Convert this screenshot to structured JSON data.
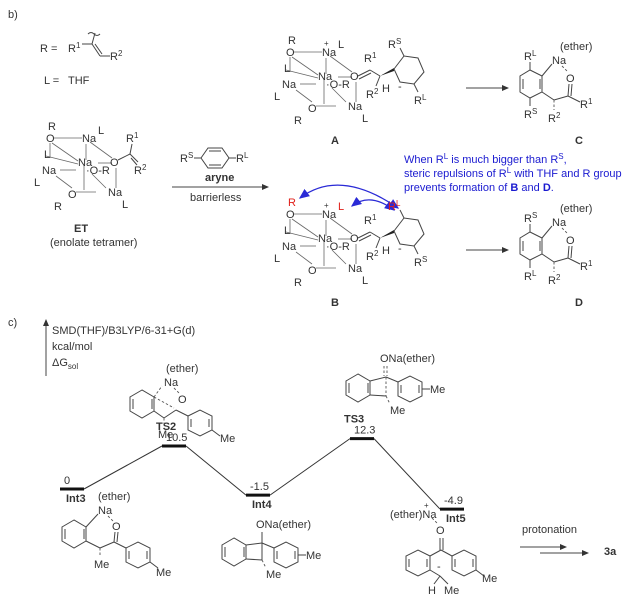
{
  "panel_b": {
    "label": "b)",
    "r_def": {
      "lhs": "R =",
      "r1": "R",
      "r1_sup": "1",
      "r2": "R",
      "r2_sup": "2"
    },
    "l_def": {
      "lhs": "L =",
      "value": "THF"
    },
    "et": {
      "name": "ET",
      "caption": "(enolate tetramer)",
      "atoms": {
        "na": "Na",
        "o": "O",
        "r": "R",
        "l": "L",
        "r1": "R",
        "r1_sup": "1",
        "r2": "R",
        "r2_sup": "2"
      }
    },
    "aryne_reagent": {
      "rs": "R",
      "rs_sup": "S",
      "rl": "R",
      "rl_sup": "L",
      "label": "aryne",
      "condition": "barrierless"
    },
    "complex_a": {
      "name": "A",
      "plus": "+",
      "minus": "-",
      "h": "H",
      "rs": "R",
      "rs_sup": "S",
      "rl": "R",
      "rl_sup": "L"
    },
    "complex_b": {
      "name": "B",
      "plus": "+",
      "minus": "-",
      "h": "H",
      "rs": "R",
      "rs_sup": "S",
      "rl": "R",
      "rl_sup": "L"
    },
    "product_c": {
      "name": "C",
      "ether": "(ether)",
      "na": "Na",
      "o": "O",
      "top_sub": "R",
      "top_sup": "L",
      "bottom_sub": "R",
      "bottom_sup": "S"
    },
    "product_d": {
      "name": "D",
      "ether": "(ether)",
      "na": "Na",
      "o": "O",
      "top_sub": "R",
      "top_sup": "S",
      "bottom_sub": "R",
      "bottom_sup": "L"
    },
    "note": {
      "line1_a": "When R",
      "line1_sup1": "L",
      "line1_b": " is much bigger than R",
      "line1_sup2": "S",
      "line1_c": ",",
      "line2_a": "steric repulsions of R",
      "line2_sup": "L",
      "line2_b": " with THF and R group",
      "line3_a": "prevents formation of ",
      "line3_b": "B",
      "line3_c": " and ",
      "line3_d": "D",
      "line3_e": ".",
      "color": "#1a1ad0"
    }
  },
  "panel_c": {
    "label": "c)",
    "axis": {
      "method": "SMD(THF)/B3LYP/6-31+G(d)",
      "unit": "kcal/mol",
      "quantity": "ΔG",
      "quantity_sub": "sol"
    },
    "ts2": {
      "name": "TS2",
      "ether": "(ether)",
      "na": "Na",
      "o": "O",
      "me1": "Me",
      "me2": "Me"
    },
    "ts3": {
      "name": "TS3",
      "ona": "ONa(ether)",
      "me1": "Me",
      "me2": "Me"
    },
    "int3": {
      "ether": "(ether)",
      "na": "Na",
      "o": "O",
      "me1": "Me",
      "me2": "Me"
    },
    "int4": {
      "ona": "ONa(ether)",
      "me1": "Me",
      "me2": "Me"
    },
    "int5": {
      "na": "(ether)Na",
      "plus": "+",
      "o": "O",
      "minus": "-",
      "h": "H",
      "me1": "Me",
      "me2": "Me"
    },
    "step": {
      "label": "protonation",
      "product": "3a"
    }
  },
  "chart_data": {
    "type": "line",
    "title": "Free energy profile",
    "ylabel": "ΔG_sol (kcal/mol)",
    "method": "SMD(THF)/B3LYP/6-31+G(d)",
    "categories": [
      "Int3",
      "TS2",
      "Int4",
      "TS3",
      "Int5"
    ],
    "values": [
      0,
      10.5,
      -1.5,
      12.3,
      -4.9
    ],
    "value_labels": [
      "0",
      "10.5",
      "-1.5",
      "12.3",
      "-4.9"
    ],
    "ylim": [
      -4.9,
      12.3
    ],
    "grid": false,
    "legend": "none"
  }
}
